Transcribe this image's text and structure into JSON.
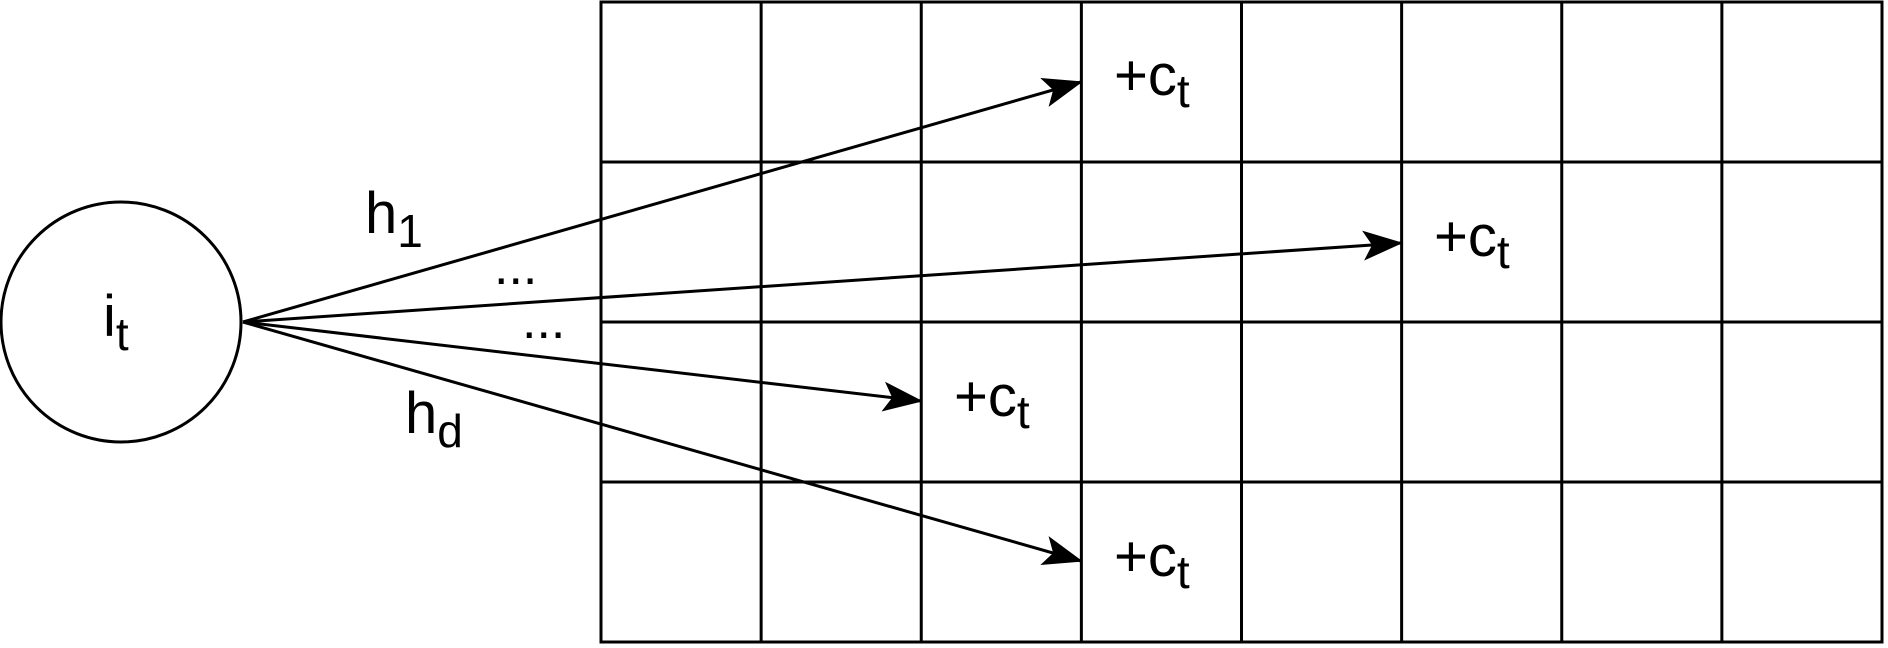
{
  "input_node": {
    "main": "i",
    "sub": "t"
  },
  "hash_labels": [
    {
      "main": "h",
      "sub": "1"
    },
    {
      "main": "h",
      "sub": "d"
    }
  ],
  "ellipses": [
    "...",
    "..."
  ],
  "increment_labels": [
    {
      "main": "+c",
      "sub": "t"
    },
    {
      "main": "+c",
      "sub": "t"
    },
    {
      "main": "+c",
      "sub": "t"
    },
    {
      "main": "+c",
      "sub": "t"
    }
  ],
  "grid": {
    "rows": 4,
    "cols": 8,
    "targets": [
      {
        "row": 0,
        "col": 3
      },
      {
        "row": 1,
        "col": 5
      },
      {
        "row": 2,
        "col": 2
      },
      {
        "row": 3,
        "col": 3
      }
    ]
  }
}
